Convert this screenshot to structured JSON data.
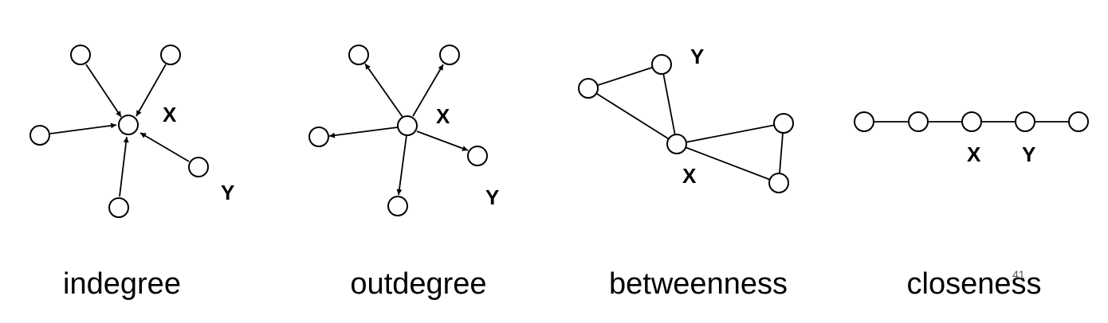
{
  "panels": {
    "indegree": {
      "caption": "indegree",
      "label_x": "X",
      "label_y": "Y"
    },
    "outdegree": {
      "caption": "outdegree",
      "label_x": "X",
      "label_y": "Y"
    },
    "betweenness": {
      "caption": "betweenness",
      "label_x": "X",
      "label_y": "Y"
    },
    "closeness": {
      "caption": "closeness",
      "label_x": "X",
      "label_y": "Y"
    }
  },
  "page_number": "41"
}
